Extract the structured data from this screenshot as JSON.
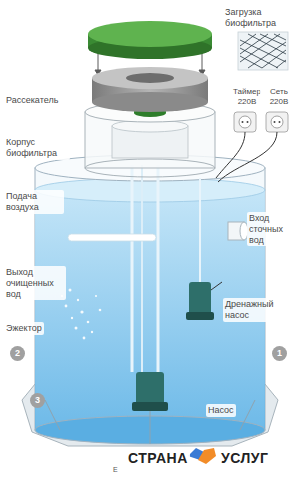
{
  "diagram": {
    "labels": [
      "Загрузка биофильтра",
      "Таймер 220В",
      "Сеть 220В",
      "Рассекатель",
      "Корпус биофильтра",
      "Подача воздуха",
      "Вход сточных вод",
      "Выход очищенных вод",
      "Дренажный насос",
      "Эжектор",
      "2",
      "1",
      "3",
      "Насос",
      "E",
      "СТРАНА",
      "УСЛУГ"
    ]
  }
}
